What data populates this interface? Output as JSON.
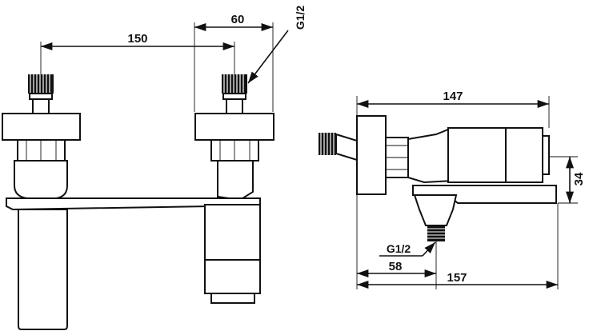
{
  "drawing": {
    "front_view": {
      "dim_center_distance": "150",
      "dim_offset": "60",
      "thread_label": "G1/2"
    },
    "side_view": {
      "dim_depth_top": "147",
      "dim_height": "34",
      "thread_label": "G1/2",
      "dim_outlet": "58",
      "dim_depth_total": "157"
    }
  }
}
